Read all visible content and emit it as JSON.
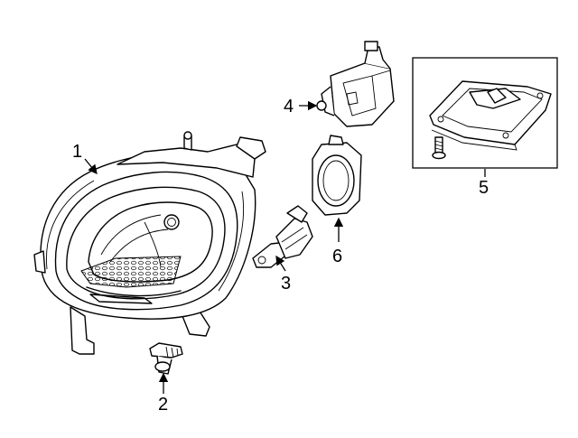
{
  "callouts": {
    "c1": "1",
    "c2": "2",
    "c3": "3",
    "c4": "4",
    "c5": "5",
    "c6": "6"
  },
  "parts": [
    {
      "callout": "1",
      "part": "headlamp-assembly"
    },
    {
      "callout": "2",
      "part": "mounting-bolt"
    },
    {
      "callout": "3",
      "part": "bulb"
    },
    {
      "callout": "4",
      "part": "leveling-motor"
    },
    {
      "callout": "5",
      "part": "ballast-module"
    },
    {
      "callout": "6",
      "part": "bulb-retainer"
    }
  ]
}
